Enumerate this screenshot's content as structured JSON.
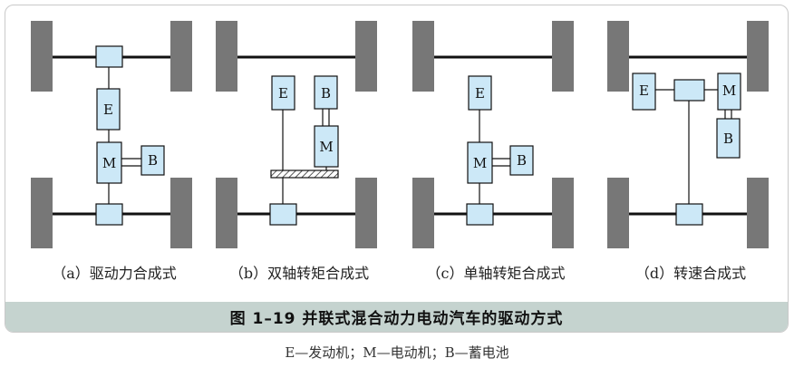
{
  "figure": {
    "caption": "图 1–19  并联式混合动力电动汽车的驱动方式",
    "legend": "E—发动机；M—电动机；B—蓄电池"
  },
  "labels": {
    "engine": "E",
    "motor": "M",
    "battery": "B"
  },
  "panels": [
    {
      "title": "（a）驱动力合成式"
    },
    {
      "title": "（b）双轴转矩合成式"
    },
    {
      "title": "（c）单轴转矩合成式"
    },
    {
      "title": "（d）转速合成式"
    }
  ],
  "colors": {
    "wheel": "#777777",
    "box_fill": "#cce8f7",
    "line": "#111111",
    "caption_bar": "#c5d3cf"
  }
}
